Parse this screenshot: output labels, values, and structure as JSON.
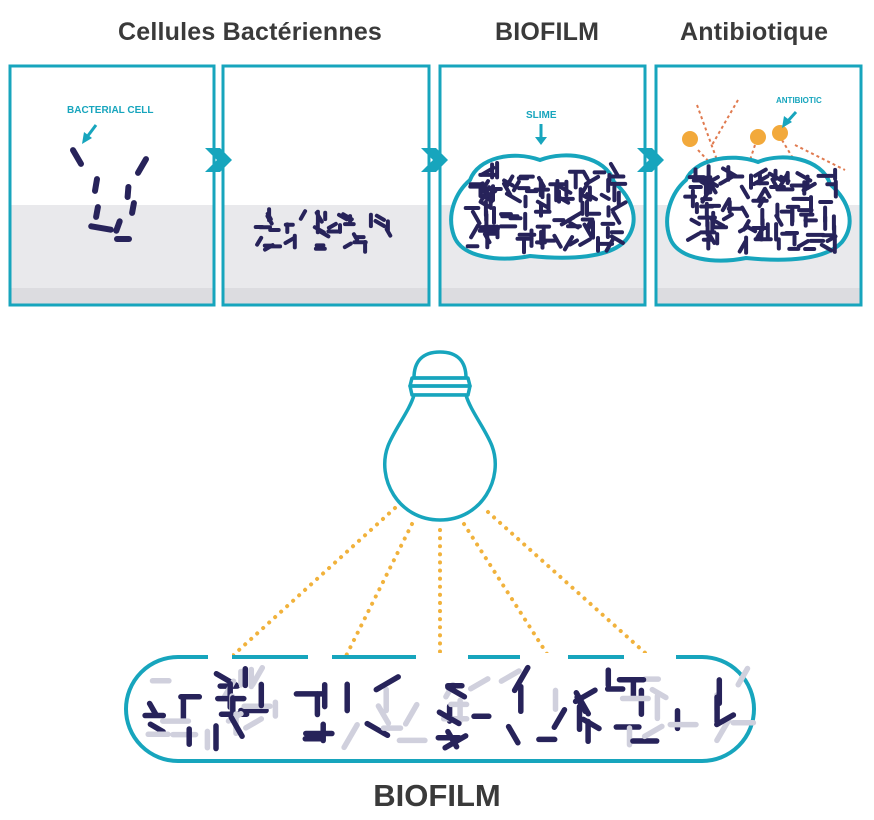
{
  "headings": {
    "cells": "Cellules Bactériennes",
    "biofilm": "BIOFILM",
    "antibiotic": "Antibiotique"
  },
  "panels": [
    {
      "label": "BACTERIAL CELL"
    },
    {
      "label": ""
    },
    {
      "label": "SLIME"
    },
    {
      "label": "ANTIBIOTIC"
    }
  ],
  "bottom_title": "BIOFILM",
  "colors": {
    "teal": "#17a5bd",
    "navy": "#27235a",
    "light_rod": "#d0d0dd",
    "dots": "#f1b23c",
    "antibiotic_ball": "#f2a93b",
    "antibiotic_line": "#e07a4f",
    "surface": "#e9e9ec"
  }
}
